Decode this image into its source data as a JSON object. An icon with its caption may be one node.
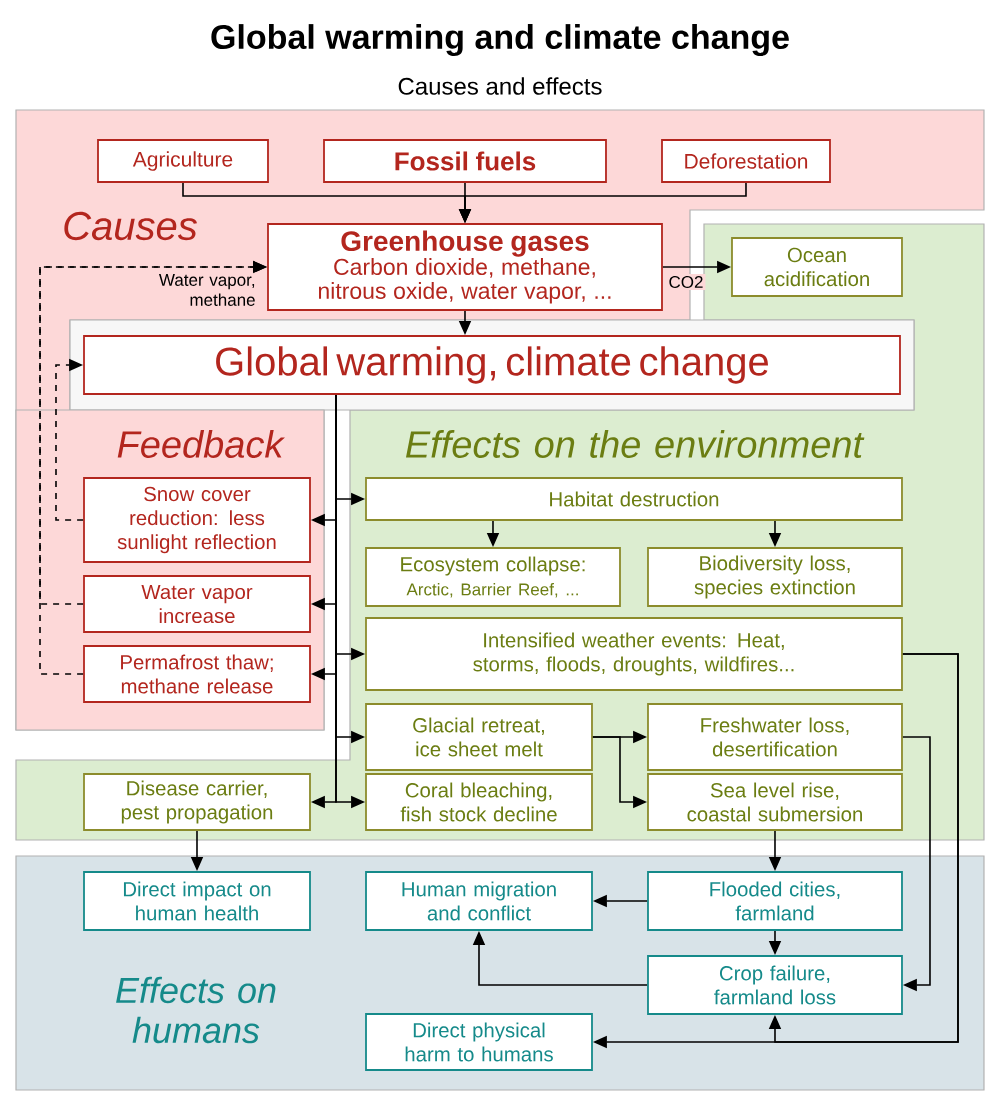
{
  "diagram": {
    "title": "Global warming and climate change",
    "nodes": [
      {
        "text": [
          "Causes"
        ]
      },
      {
        "text": [
          "Agriculture"
        ],
        "in": 0
      },
      {
        "text": [
          "Fossil fuels"
        ],
        "in": 0
      },
      {
        "text": [
          "Deforestation"
        ],
        "in": 0
      },
      {
        "text": [
          "Greenhouse gases",
          "Carbon dioxide, methane, nitrous oxide, water vapor, ..."
        ],
        "in": 0
      },
      {
        "text": [
          "Effects on the environment"
        ]
      },
      {
        "text": [
          "Ocean acidification"
        ],
        "in": 5
      },
      {
        "text": [
          "Global warming, climate change"
        ]
      },
      {
        "text": [
          "Feedback"
        ],
        "in": 0
      },
      {
        "text": [
          "Snow cover reduction: less sunlight reflection"
        ],
        "in": 8
      },
      {
        "text": [
          "Water vapor increase"
        ],
        "in": 8
      },
      {
        "text": [
          "Permafrost thaw; methane release"
        ],
        "in": 8
      },
      {
        "text": [
          "Habitat destruction"
        ],
        "in": 5
      },
      {
        "text": [
          "Ecosystem collapse:",
          "Arctic, Barrier Reef, ..."
        ],
        "in": 5
      },
      {
        "text": [
          "Biodiversity loss, species extinction"
        ],
        "in": 5
      },
      {
        "text": [
          "Intensified weather events: Heat, storms, floods, droughts, wildfires..."
        ],
        "in": 5
      },
      {
        "text": [
          "Glacial retreat, ice sheet melt"
        ],
        "in": 5
      },
      {
        "text": [
          "Freshwater loss, desertification"
        ],
        "in": 5
      },
      {
        "text": [
          "Disease carrier, pest propagation"
        ],
        "in": 5
      },
      {
        "text": [
          "Coral bleaching, fish stock decline"
        ],
        "in": 5
      },
      {
        "text": [
          "Sea level rise, coastal submersion"
        ],
        "in": 5
      },
      {
        "text": [
          "Effects on humans"
        ]
      },
      {
        "text": [
          "Direct impact on human health"
        ],
        "in": 21
      },
      {
        "text": [
          "Human migration and conflict"
        ],
        "in": 21
      },
      {
        "text": [
          "Flooded cities, farmland"
        ],
        "in": 21
      },
      {
        "text": [
          "Crop failure, farmland loss"
        ],
        "in": 21
      },
      {
        "text": [
          "Direct physical harm to humans"
        ],
        "in": 21
      }
    ],
    "edges": [
      {
        "from": 1,
        "to": 4,
        "arrow": "to"
      },
      {
        "from": 2,
        "to": 4,
        "arrow": "to"
      },
      {
        "from": 3,
        "to": 4,
        "arrow": "to"
      },
      {
        "from": 4,
        "to": 6,
        "arrow": "to",
        "label": "CO2"
      },
      {
        "from": 4,
        "to": 7,
        "arrow": "to"
      },
      {
        "from": 9,
        "to": 7,
        "arrow": "to",
        "style": "dashed"
      },
      {
        "from": 10,
        "to": 4,
        "arrow": "to",
        "style": "dashed",
        "label": "Water vapor, methane"
      },
      {
        "from": 11,
        "to": 4,
        "arrow": "to",
        "style": "dashed"
      },
      {
        "from": 7,
        "to": 9,
        "arrow": "to"
      },
      {
        "from": 7,
        "to": 10,
        "arrow": "to"
      },
      {
        "from": 7,
        "to": 11,
        "arrow": "to"
      },
      {
        "from": 7,
        "to": 12,
        "arrow": "to"
      },
      {
        "from": 7,
        "to": 15,
        "arrow": "to"
      },
      {
        "from": 7,
        "to": 16,
        "arrow": "to"
      },
      {
        "from": 7,
        "to": 18,
        "arrow": "to"
      },
      {
        "from": 7,
        "to": 19,
        "arrow": "to"
      },
      {
        "from": 12,
        "to": 13,
        "arrow": "to"
      },
      {
        "from": 12,
        "to": 14,
        "arrow": "to"
      },
      {
        "from": 16,
        "to": 17,
        "arrow": "to"
      },
      {
        "from": 16,
        "to": 20,
        "arrow": "to"
      },
      {
        "from": 17,
        "to": 25,
        "arrow": "to"
      },
      {
        "from": 15,
        "to": 26,
        "arrow": "to"
      },
      {
        "from": 15,
        "to": 25,
        "arrow": "to"
      },
      {
        "from": 20,
        "to": 24,
        "arrow": "to"
      },
      {
        "from": 24,
        "to": 23,
        "arrow": "to"
      },
      {
        "from": 24,
        "to": 25,
        "arrow": "to"
      },
      {
        "from": 25,
        "to": 23,
        "arrow": "to"
      },
      {
        "from": 18,
        "to": 22,
        "arrow": "to"
      }
    ],
    "labels": [
      "Causes and effects"
    ]
  }
}
